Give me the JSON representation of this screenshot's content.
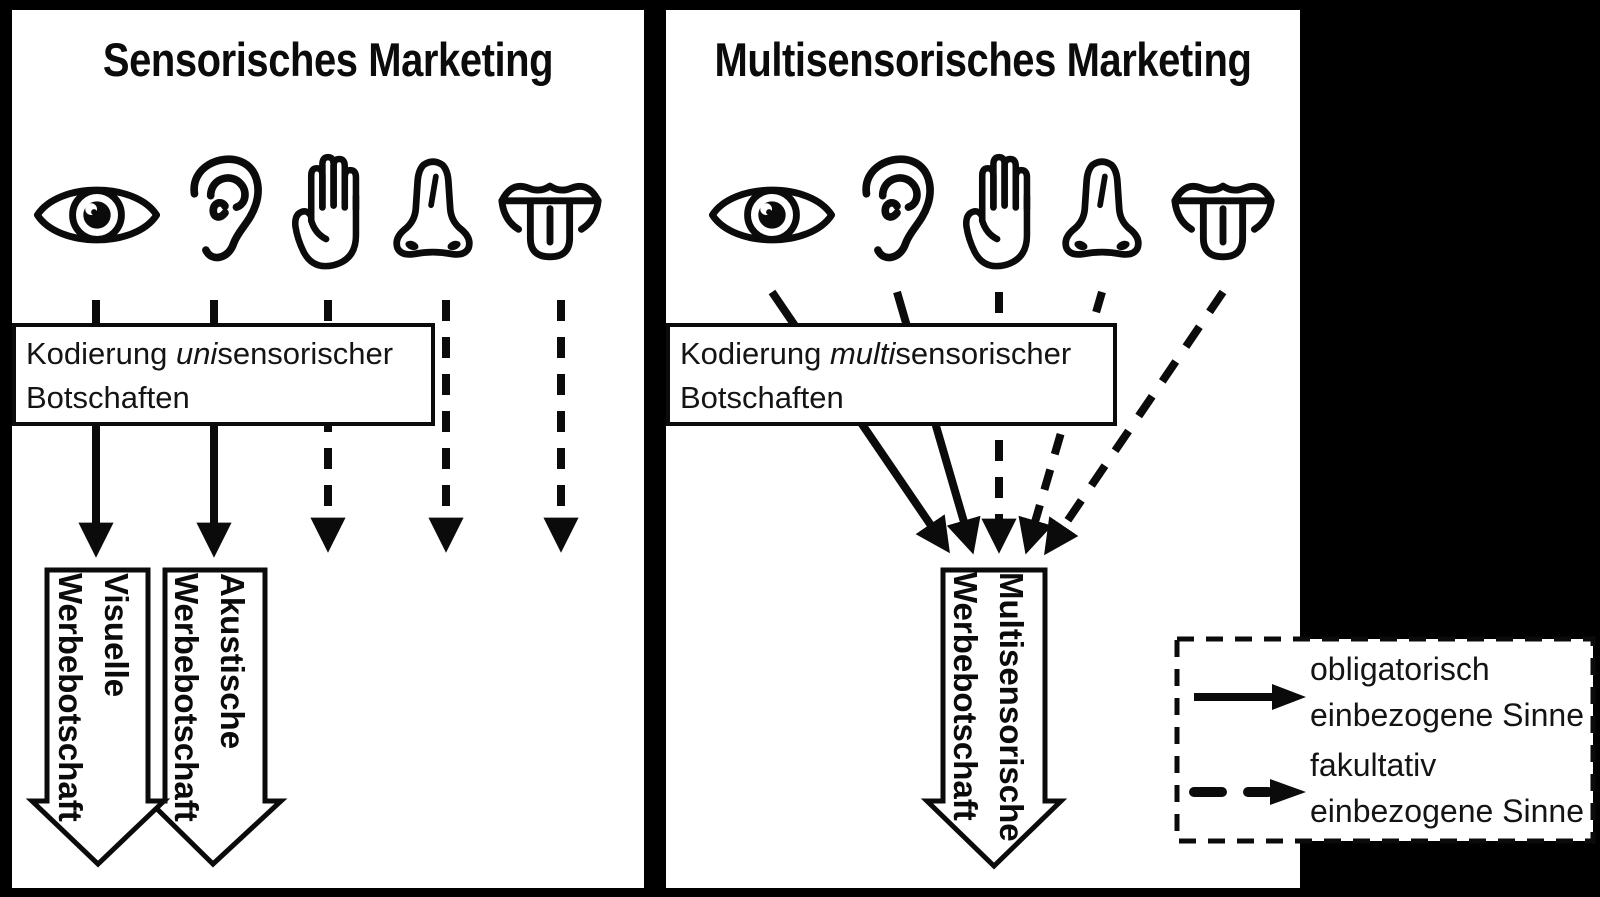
{
  "left_panel": {
    "title": "Sensorisches Marketing",
    "icons": [
      "eye",
      "ear",
      "hand",
      "nose",
      "mouth"
    ],
    "coding_box": {
      "prefix": "Kodierung ",
      "emphasis": "uni",
      "suffix": "sensorischer",
      "line2": "Botschaften"
    },
    "sense_arrows": [
      {
        "sense": "eye",
        "style": "solid"
      },
      {
        "sense": "ear",
        "style": "solid"
      },
      {
        "sense": "hand",
        "style": "dashed"
      },
      {
        "sense": "nose",
        "style": "dashed"
      },
      {
        "sense": "mouth",
        "style": "dashed"
      }
    ],
    "output_arrows": [
      {
        "line1": "Visuelle",
        "line2": "Werbebotschaft"
      },
      {
        "line1": "Akustische",
        "line2": "Werbebotschaft"
      }
    ]
  },
  "right_panel": {
    "title": "Multisensorisches Marketing",
    "icons": [
      "eye",
      "ear",
      "hand",
      "nose",
      "mouth"
    ],
    "coding_box": {
      "prefix": "Kodierung ",
      "emphasis": "multi",
      "suffix": "sensorischer",
      "line2": "Botschaften"
    },
    "sense_arrows": [
      {
        "sense": "eye",
        "style": "solid"
      },
      {
        "sense": "ear",
        "style": "solid"
      },
      {
        "sense": "hand",
        "style": "dashed"
      },
      {
        "sense": "nose",
        "style": "dashed"
      },
      {
        "sense": "mouth",
        "style": "dashed"
      }
    ],
    "output_arrows": [
      {
        "line1": "Multisensorische",
        "line2": "Werbebotschaft"
      }
    ]
  },
  "legend": {
    "items": [
      {
        "style": "solid",
        "label_line1": "obligatorisch",
        "label_line2": "einbezogene Sinne"
      },
      {
        "style": "dashed",
        "label_line1": "fakultativ",
        "label_line2": "einbezogene Sinne"
      }
    ]
  },
  "colors": {
    "ink": "#0b0b0b",
    "paper": "#ffffff",
    "background": "#000000"
  }
}
